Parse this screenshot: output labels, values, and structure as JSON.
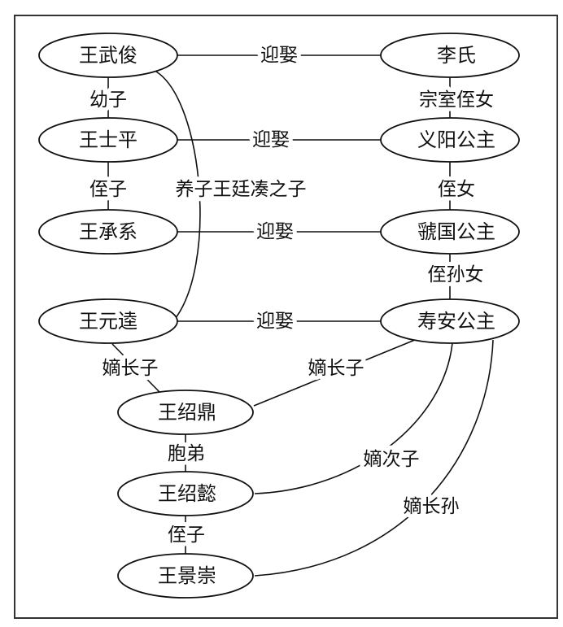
{
  "nodes": {
    "wang_wujun": "王武俊",
    "li_shi": "李氏",
    "wang_shiping": "王士平",
    "yiyang": "义阳公主",
    "wang_chengxi": "王承系",
    "guoguo": "虢国公主",
    "wang_yuankui": "王元逵",
    "shouan": "寿安公主",
    "wang_shaoding": "王绍鼎",
    "wang_shaoyi": "王绍懿",
    "wang_jingchong": "王景崇"
  },
  "edges": {
    "marry1": "迎娶",
    "marry2": "迎娶",
    "marry3": "迎娶",
    "marry4": "迎娶",
    "youngest_son": "幼子",
    "nephew1": "侄子",
    "adopted": "养子王廷凑之子",
    "clan_niece": "宗室侄女",
    "niece": "侄女",
    "grandniece": "侄孙女",
    "eldest_son_father": "嫡长子",
    "eldest_son_mother": "嫡长子",
    "brother": "胞弟",
    "second_son": "嫡次子",
    "nephew2": "侄子",
    "eldest_grandson": "嫡长孙"
  }
}
